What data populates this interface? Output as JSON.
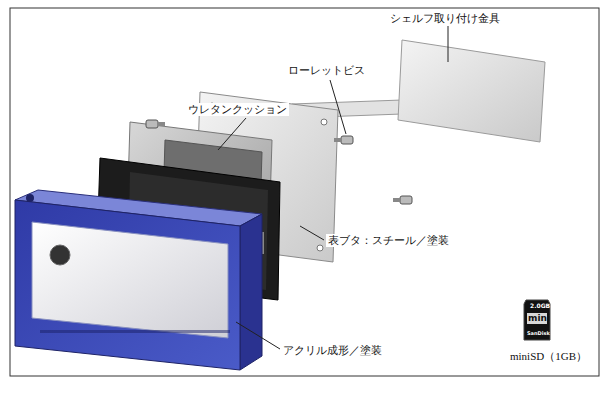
{
  "diagram": {
    "labels": [
      "シェルフ取り付け金具",
      "ローレットビス",
      "ウレタンクッション",
      "表ブタ：スチール／塗装",
      "アクリル成形／塗装",
      "miniSD（1GB）",
      "2.0GB",
      "mini",
      "SanDisk"
    ]
  }
}
